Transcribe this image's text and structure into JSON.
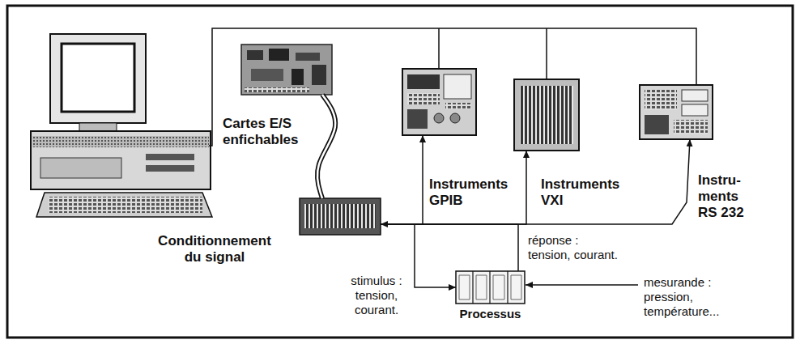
{
  "diagram": {
    "nodes": [
      {
        "text": [
          "Cartes E/S enfichables"
        ]
      },
      {
        "text": [
          "Instruments GPIB"
        ]
      },
      {
        "text": [
          "Instruments VXI"
        ]
      },
      {
        "text": [
          "Instru- ments RS 232"
        ]
      },
      {
        "text": [
          "Conditionnement du signal"
        ]
      },
      {
        "text": [
          "Processus"
        ]
      }
    ],
    "edges": [
      {
        "from": 0,
        "to": 4,
        "arrow": "none"
      },
      {
        "from": 4,
        "to": 1,
        "arrow": "to"
      },
      {
        "from": 4,
        "to": 2,
        "arrow": "to"
      },
      {
        "from": 4,
        "to": 3,
        "arrow": "to"
      },
      {
        "from": 4,
        "to": 5,
        "arrow": "to"
      },
      {
        "from": 5,
        "to": 4,
        "arrow": "to"
      }
    ],
    "labels": [
      "stimulus : tension, courant.",
      "réponse : tension, courant.",
      "mesurande : pression, température..."
    ]
  }
}
